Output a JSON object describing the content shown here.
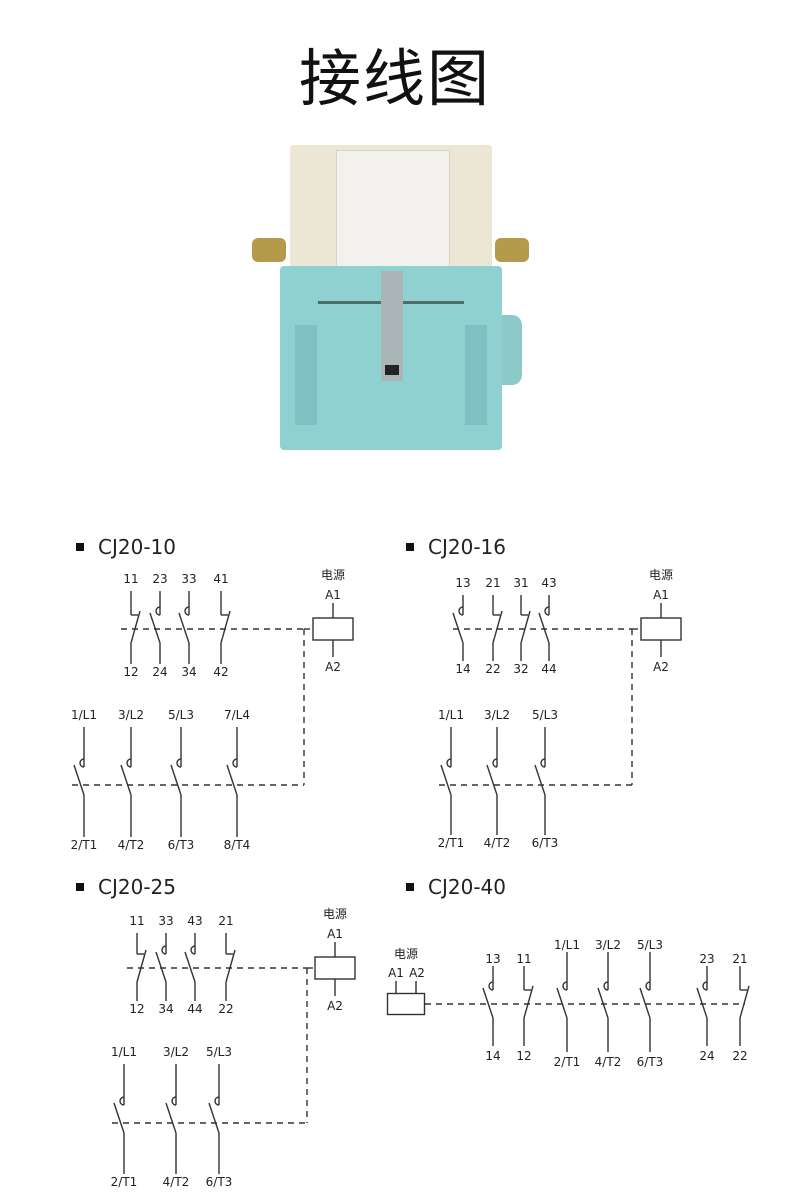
{
  "title": "接线图",
  "diagrams": [
    {
      "name": "CJ20-10",
      "coil": {
        "label": "电源",
        "a1": "A1",
        "a2": "A2"
      },
      "aux": [
        {
          "top": "11",
          "bottom": "12",
          "type": "nc"
        },
        {
          "top": "23",
          "bottom": "24",
          "type": "no"
        },
        {
          "top": "33",
          "bottom": "34",
          "type": "no"
        },
        {
          "top": "41",
          "bottom": "42",
          "type": "nc"
        }
      ],
      "main": [
        {
          "top": "1/L1",
          "bottom": "2/T1"
        },
        {
          "top": "3/L2",
          "bottom": "4/T2"
        },
        {
          "top": "5/L3",
          "bottom": "6/T3"
        },
        {
          "top": "7/L4",
          "bottom": "8/T4"
        }
      ]
    },
    {
      "name": "CJ20-16",
      "coil": {
        "label": "电源",
        "a1": "A1",
        "a2": "A2"
      },
      "aux": [
        {
          "top": "13",
          "bottom": "14",
          "type": "no"
        },
        {
          "top": "21",
          "bottom": "22",
          "type": "nc"
        },
        {
          "top": "31",
          "bottom": "32",
          "type": "nc"
        },
        {
          "top": "43",
          "bottom": "44",
          "type": "no"
        }
      ],
      "main": [
        {
          "top": "1/L1",
          "bottom": "2/T1"
        },
        {
          "top": "3/L2",
          "bottom": "4/T2"
        },
        {
          "top": "5/L3",
          "bottom": "6/T3"
        }
      ]
    },
    {
      "name": "CJ20-25",
      "coil": {
        "label": "电源",
        "a1": "A1",
        "a2": "A2"
      },
      "aux": [
        {
          "top": "11",
          "bottom": "12",
          "type": "nc"
        },
        {
          "top": "33",
          "bottom": "34",
          "type": "no"
        },
        {
          "top": "43",
          "bottom": "44",
          "type": "no"
        },
        {
          "top": "21",
          "bottom": "22",
          "type": "nc"
        }
      ],
      "main": [
        {
          "top": "1/L1",
          "bottom": "2/T1"
        },
        {
          "top": "3/L2",
          "bottom": "4/T2"
        },
        {
          "top": "5/L3",
          "bottom": "6/T3"
        }
      ]
    },
    {
      "name": "CJ20-40",
      "coil": {
        "label": "电源",
        "a1": "A1",
        "a2": "A2"
      },
      "contacts": [
        {
          "top": "13",
          "bottom": "14",
          "type": "no"
        },
        {
          "top": "11",
          "bottom": "12",
          "type": "nc"
        },
        {
          "top": "1/L1",
          "bottom": "2/T1",
          "type": "main"
        },
        {
          "top": "3/L2",
          "bottom": "4/T2",
          "type": "main"
        },
        {
          "top": "5/L3",
          "bottom": "6/T3",
          "type": "main"
        },
        {
          "top": "23",
          "bottom": "24",
          "type": "no"
        },
        {
          "top": "21",
          "bottom": "22",
          "type": "nc"
        }
      ]
    }
  ]
}
